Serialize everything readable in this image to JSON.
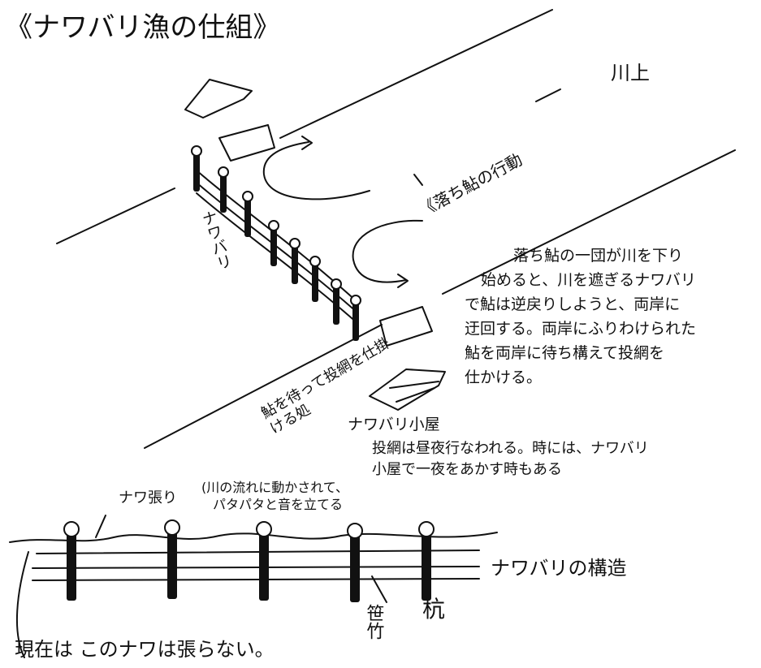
{
  "title": "《ナワバリ漁の仕組》",
  "labels": {
    "upstream": "川上",
    "migration": "《落ち鮎の行動",
    "nawabari_vertical": "ナワバリ",
    "waiting_place": "鮎を待って投網を仕掛ける処",
    "hut": "ナワバリ小屋"
  },
  "notes": {
    "explanation": [
      "落ち鮎の一団が川を下り",
      "始めると、川を遮ぎるナワバリ",
      "で鮎は逆戻りしようと、両岸に",
      "迂回する。両岸にふりわけられた",
      "鮎を両岸に待ち構えて投網を",
      "仕かける。"
    ],
    "hut_note": [
      "投網は昼夜行なわれる。時には、ナワバリ",
      "小屋で一夜をあかす時もある"
    ]
  },
  "structure": {
    "rope_label": "ナワ張り",
    "rope_note": [
      "(川の流れに動かされて、",
      "パタパタと音を立てる"
    ],
    "title": "ナワバリの構造",
    "bamboo": "笹竹",
    "post": "杭",
    "footer": "現在は このナワは張らない。"
  },
  "colors": {
    "ink": "#111111",
    "paper": "#ffffff"
  }
}
